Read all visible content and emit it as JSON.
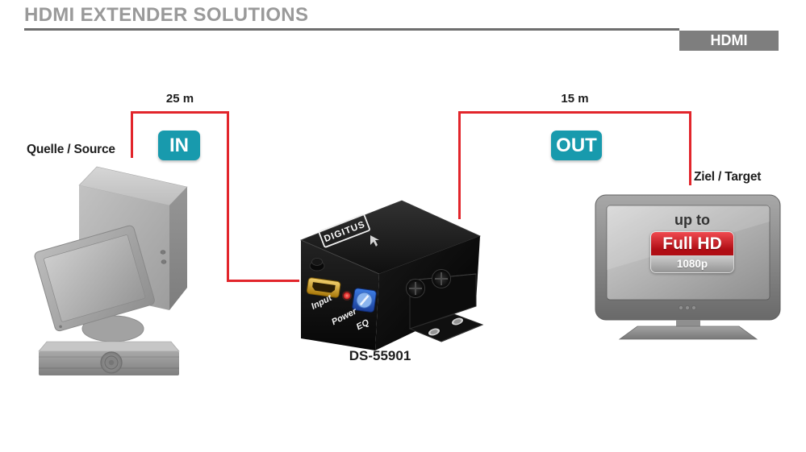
{
  "header": {
    "title": "HDMI EXTENDER SOLUTIONS",
    "badge": "HDMI"
  },
  "diagram": {
    "distance_in": "25 m",
    "distance_out": "15 m",
    "in_label": "IN",
    "out_label": "OUT",
    "source_label": "Quelle / Source",
    "target_label": "Ziel / Target",
    "model": "DS-55901"
  },
  "device": {
    "brand": "DIGITUS",
    "labels": {
      "input": "Input",
      "power": "Power",
      "eq": "EQ"
    }
  },
  "tv": {
    "up_to": "up to",
    "resolution": "Full HD",
    "resolution_detail": "1080p"
  },
  "colors": {
    "accent_red": "#e2252b",
    "badge_teal": "#189aad",
    "full_hd_red": "#b00d14",
    "header_badge_gray": "#7e7e7e",
    "title_gray": "#9a9a9a"
  }
}
